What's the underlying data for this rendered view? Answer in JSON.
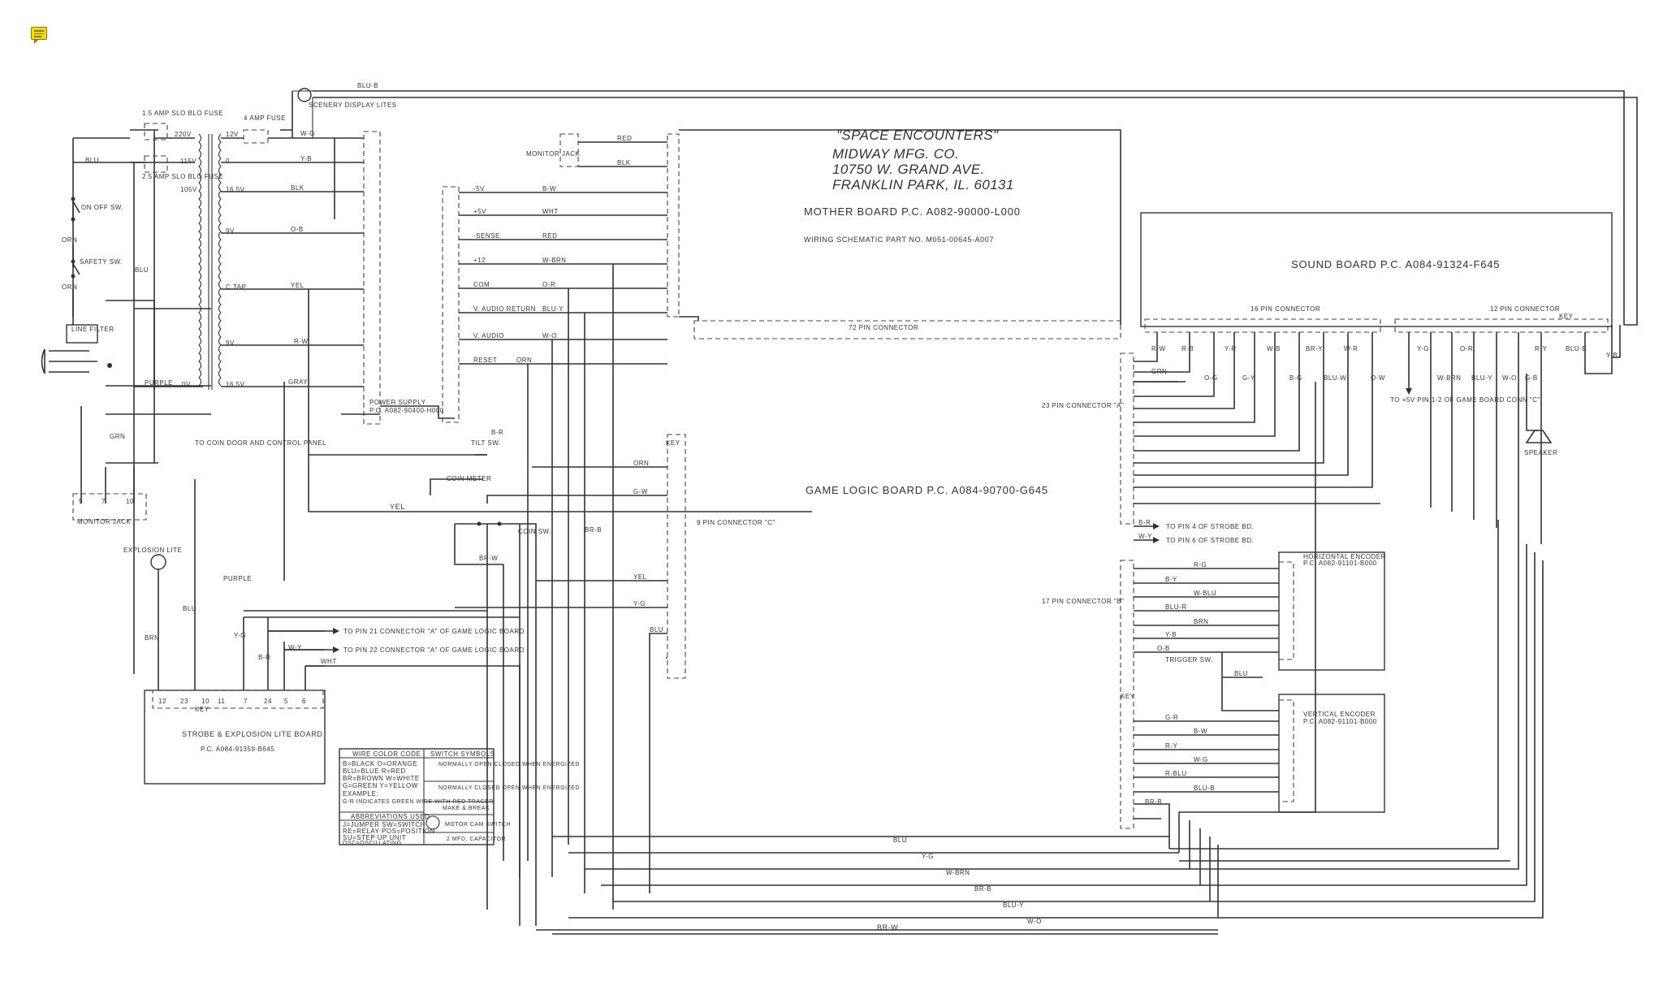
{
  "title_block": {
    "name": "\"SPACE ENCOUNTERS\"",
    "company": "MIDWAY MFG. CO.",
    "address1": "10750 W. GRAND AVE.",
    "address2": "FRANKLIN PARK, IL. 60131",
    "mother_board": "MOTHER BOARD P.C. A082-90000-L000",
    "wiring": "WIRING SCHEMATIC PART NO. M051-00645-A007"
  },
  "boards": {
    "sound": "SOUND BOARD P.C. A084-91324-F645",
    "game_logic": "GAME LOGIC BOARD P.C. A084-90700-G645",
    "strobe": "STROBE & EXPLOSION LITE BOARD",
    "strobe_pc": "P.C. A084-91359-B645",
    "power_supply": "POWER SUPPLY",
    "power_supply_pc": "P.C. A082-90400-H000",
    "h_encoder": "HORIZONTAL ENCODER",
    "h_encoder_pc": "P.C. A082-91101-B000",
    "v_encoder": "VERTICAL ENCODER",
    "v_encoder_pc": "P.C. A082-91101-B000"
  },
  "connectors": {
    "pin72": "72 PIN CONNECTOR",
    "pin16": "16 PIN CONNECTOR",
    "pin12": "12 PIN CONNECTOR",
    "pin23": "23 PIN CONNECTOR \"A\"",
    "pin17": "17 PIN CONNECTOR \"B\"",
    "pin9": "9 PIN CONNECTOR \"C\"",
    "key": "KEY"
  },
  "components": {
    "fuse1": "1.5 AMP SLO BLO FUSE",
    "fuse2": "2.5 AMP SLO BLO FUSE",
    "fuse3": "4 AMP FUSE",
    "scenery": "SCENERY DISPLAY LITES",
    "onoff": "ON OFF SW.",
    "safety": "SAFETY SW.",
    "line_filter": "LINE FILTER",
    "monitor_jack": "MONITOR JACK",
    "monitor_jack2": "MONITOR JACK",
    "explosion": "EXPLOSION LITE",
    "tilt": "TILT SW.",
    "coin_meter": "COIN METER",
    "coin_sw": "COIN SW.",
    "trigger": "TRIGGER SW.",
    "speaker": "SPEAKER",
    "coin_door": "TO COIN DOOR AND CONTROL PANEL",
    "plus5": "TO +5V PIN 1-2 OF GAME BOARD CONN \"C\""
  },
  "transformer": [
    "220V",
    "115V",
    "105V",
    "16.5V",
    "9V",
    "C.TAP",
    "9V",
    "0V",
    "16.5V",
    "12V",
    "0"
  ],
  "supply_rows": [
    "-5V",
    "+5V",
    "-SENSE",
    "+12",
    "COM",
    "V. AUDIO RETURN",
    "V. AUDIO",
    "RESET"
  ],
  "supply_wires": [
    "B-W",
    "WHT",
    "RED",
    "W-BRN",
    "O-R",
    "BLU-Y",
    "W-O",
    "ORN"
  ],
  "power_wires": [
    "W-G",
    "Y-B",
    "BLK",
    "O-B",
    "YEL",
    "R-W",
    "GRAY",
    "PURPLE",
    "BLU",
    "ORN",
    "GRN",
    "BLU-B"
  ],
  "monitor_wires": [
    "RED",
    "BLK"
  ],
  "pin9_wires": [
    "ORN",
    "G-W",
    "YEL",
    "Y-G",
    "BLU",
    "B-R",
    "BR-B",
    "BR-W",
    "YEL"
  ],
  "strobe_notes": [
    "TO PIN 21 CONNECTOR \"A\" OF GAME LOGIC BOARD",
    "TO PIN 22 CONNECTOR \"A\" OF GAME LOGIC BOARD"
  ],
  "strobe_wires": [
    "BRN",
    "BLU",
    "Y-G",
    "B-R",
    "W-Y",
    "WHT",
    "PURPLE"
  ],
  "strobe_pins": [
    "12",
    "23",
    "10",
    "11",
    "7",
    "24",
    "5",
    "6"
  ],
  "sound_top": [
    "R-W",
    "R-B",
    "Y-R",
    "W-B",
    "BR-Y",
    "W-R",
    "Y-G",
    "O-R",
    "R-Y",
    "BLU-B",
    "Y-B",
    "GRN"
  ],
  "sound_bottom": [
    "O-G",
    "G-Y",
    "B-G",
    "BLU-W",
    "O-W",
    "W-BRN",
    "BLU-Y",
    "W-O",
    "G-B"
  ],
  "strobe_to": [
    "TO PIN 4 OF STROBE BD.",
    "TO PIN 6 OF STROBE BD."
  ],
  "strobe_to_wires": [
    "B-R",
    "W-Y"
  ],
  "h_wires": [
    "R-G",
    "B-Y",
    "W-BLU",
    "BLU-R",
    "BRN",
    "Y-B",
    "O-B"
  ],
  "v_wires": [
    "G-R",
    "B-W",
    "R-Y",
    "W-G",
    "R-BLU",
    "BLU-B"
  ],
  "bus_wires": [
    "BR-B",
    "BLU",
    "Y-G",
    "W-BRN",
    "BR-B",
    "BLU-Y",
    "W-O",
    "BR-W"
  ],
  "legend": {
    "wire_code_title": "WIRE COLOR CODE",
    "switch_title": "SWITCH SYMBOLS",
    "codes": [
      "B=BLACK  O=ORANGE",
      "BLU=BLUE  R=RED",
      "BR=BROWN  W=WHITE",
      "G=GREEN  Y=YELLOW"
    ],
    "example": "EXAMPLE:",
    "example_text": "G-R INDICATES GREEN WIRE WITH RED TRACER",
    "abbrev_title": "ABBREVIATIONS USED",
    "abbrevs": [
      "J=JUMPER  SW=SWITCH",
      "RE=RELAY  POS=POSITION",
      "SU=STEP UP  UNIT",
      "OSC=OSCILLATING"
    ],
    "switches": [
      "NORMALLY OPEN CLOSED WHEN ENERGIZED",
      "NORMALLY CLOSED OPEN WHEN ENERGIZED",
      "MAKE & BREAK",
      "MOTOR CAM SWITCH",
      "2 MFD. CAPACITOR"
    ]
  }
}
